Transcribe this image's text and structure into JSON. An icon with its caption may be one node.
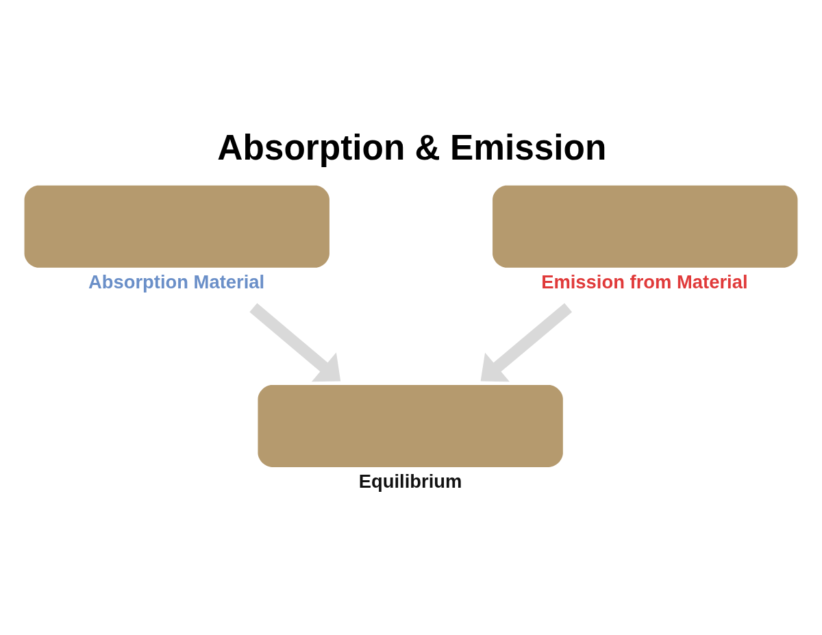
{
  "diagram": {
    "title": "Absorption & Emission",
    "nodes": [
      {
        "text": [
          "Absorption Material"
        ]
      },
      {
        "text": [
          "Emission from Material"
        ]
      },
      {
        "text": [
          "Equilibrium"
        ]
      }
    ],
    "edges": [
      {
        "from": 0,
        "to": 2,
        "arrow": "to"
      },
      {
        "from": 1,
        "to": 2,
        "arrow": "to"
      }
    ]
  }
}
